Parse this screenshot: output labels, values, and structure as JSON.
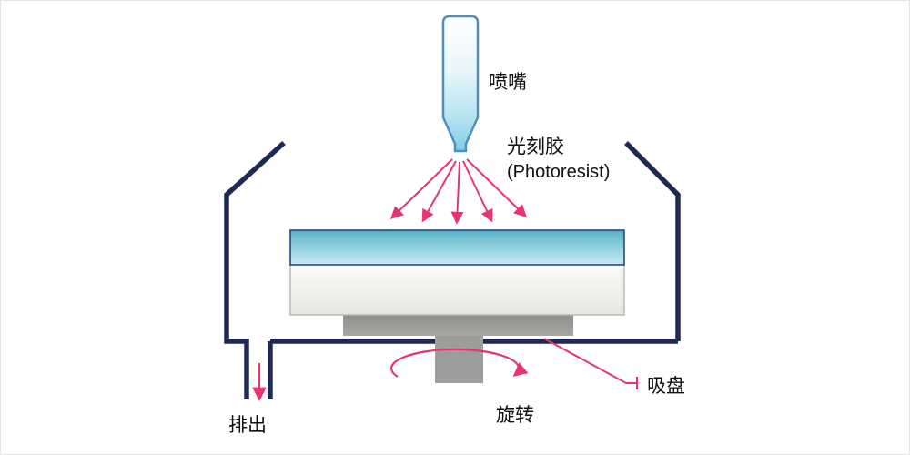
{
  "labels": {
    "nozzle": "喷嘴",
    "photoresist_zh": "光刻胶",
    "photoresist_en": "(Photoresist)",
    "chuck": "吸盘",
    "rotation": "旋转",
    "drain": "排出"
  },
  "colors": {
    "outline_navy": "#1e2a54",
    "arrow_pink": "#e8356f",
    "nozzle_blue": "#7fcde4",
    "resist_teal": "#58b0c8",
    "wafer_gray": "#efefec",
    "chuck_gray": "#9d9d9b",
    "label_black": "#111111"
  }
}
